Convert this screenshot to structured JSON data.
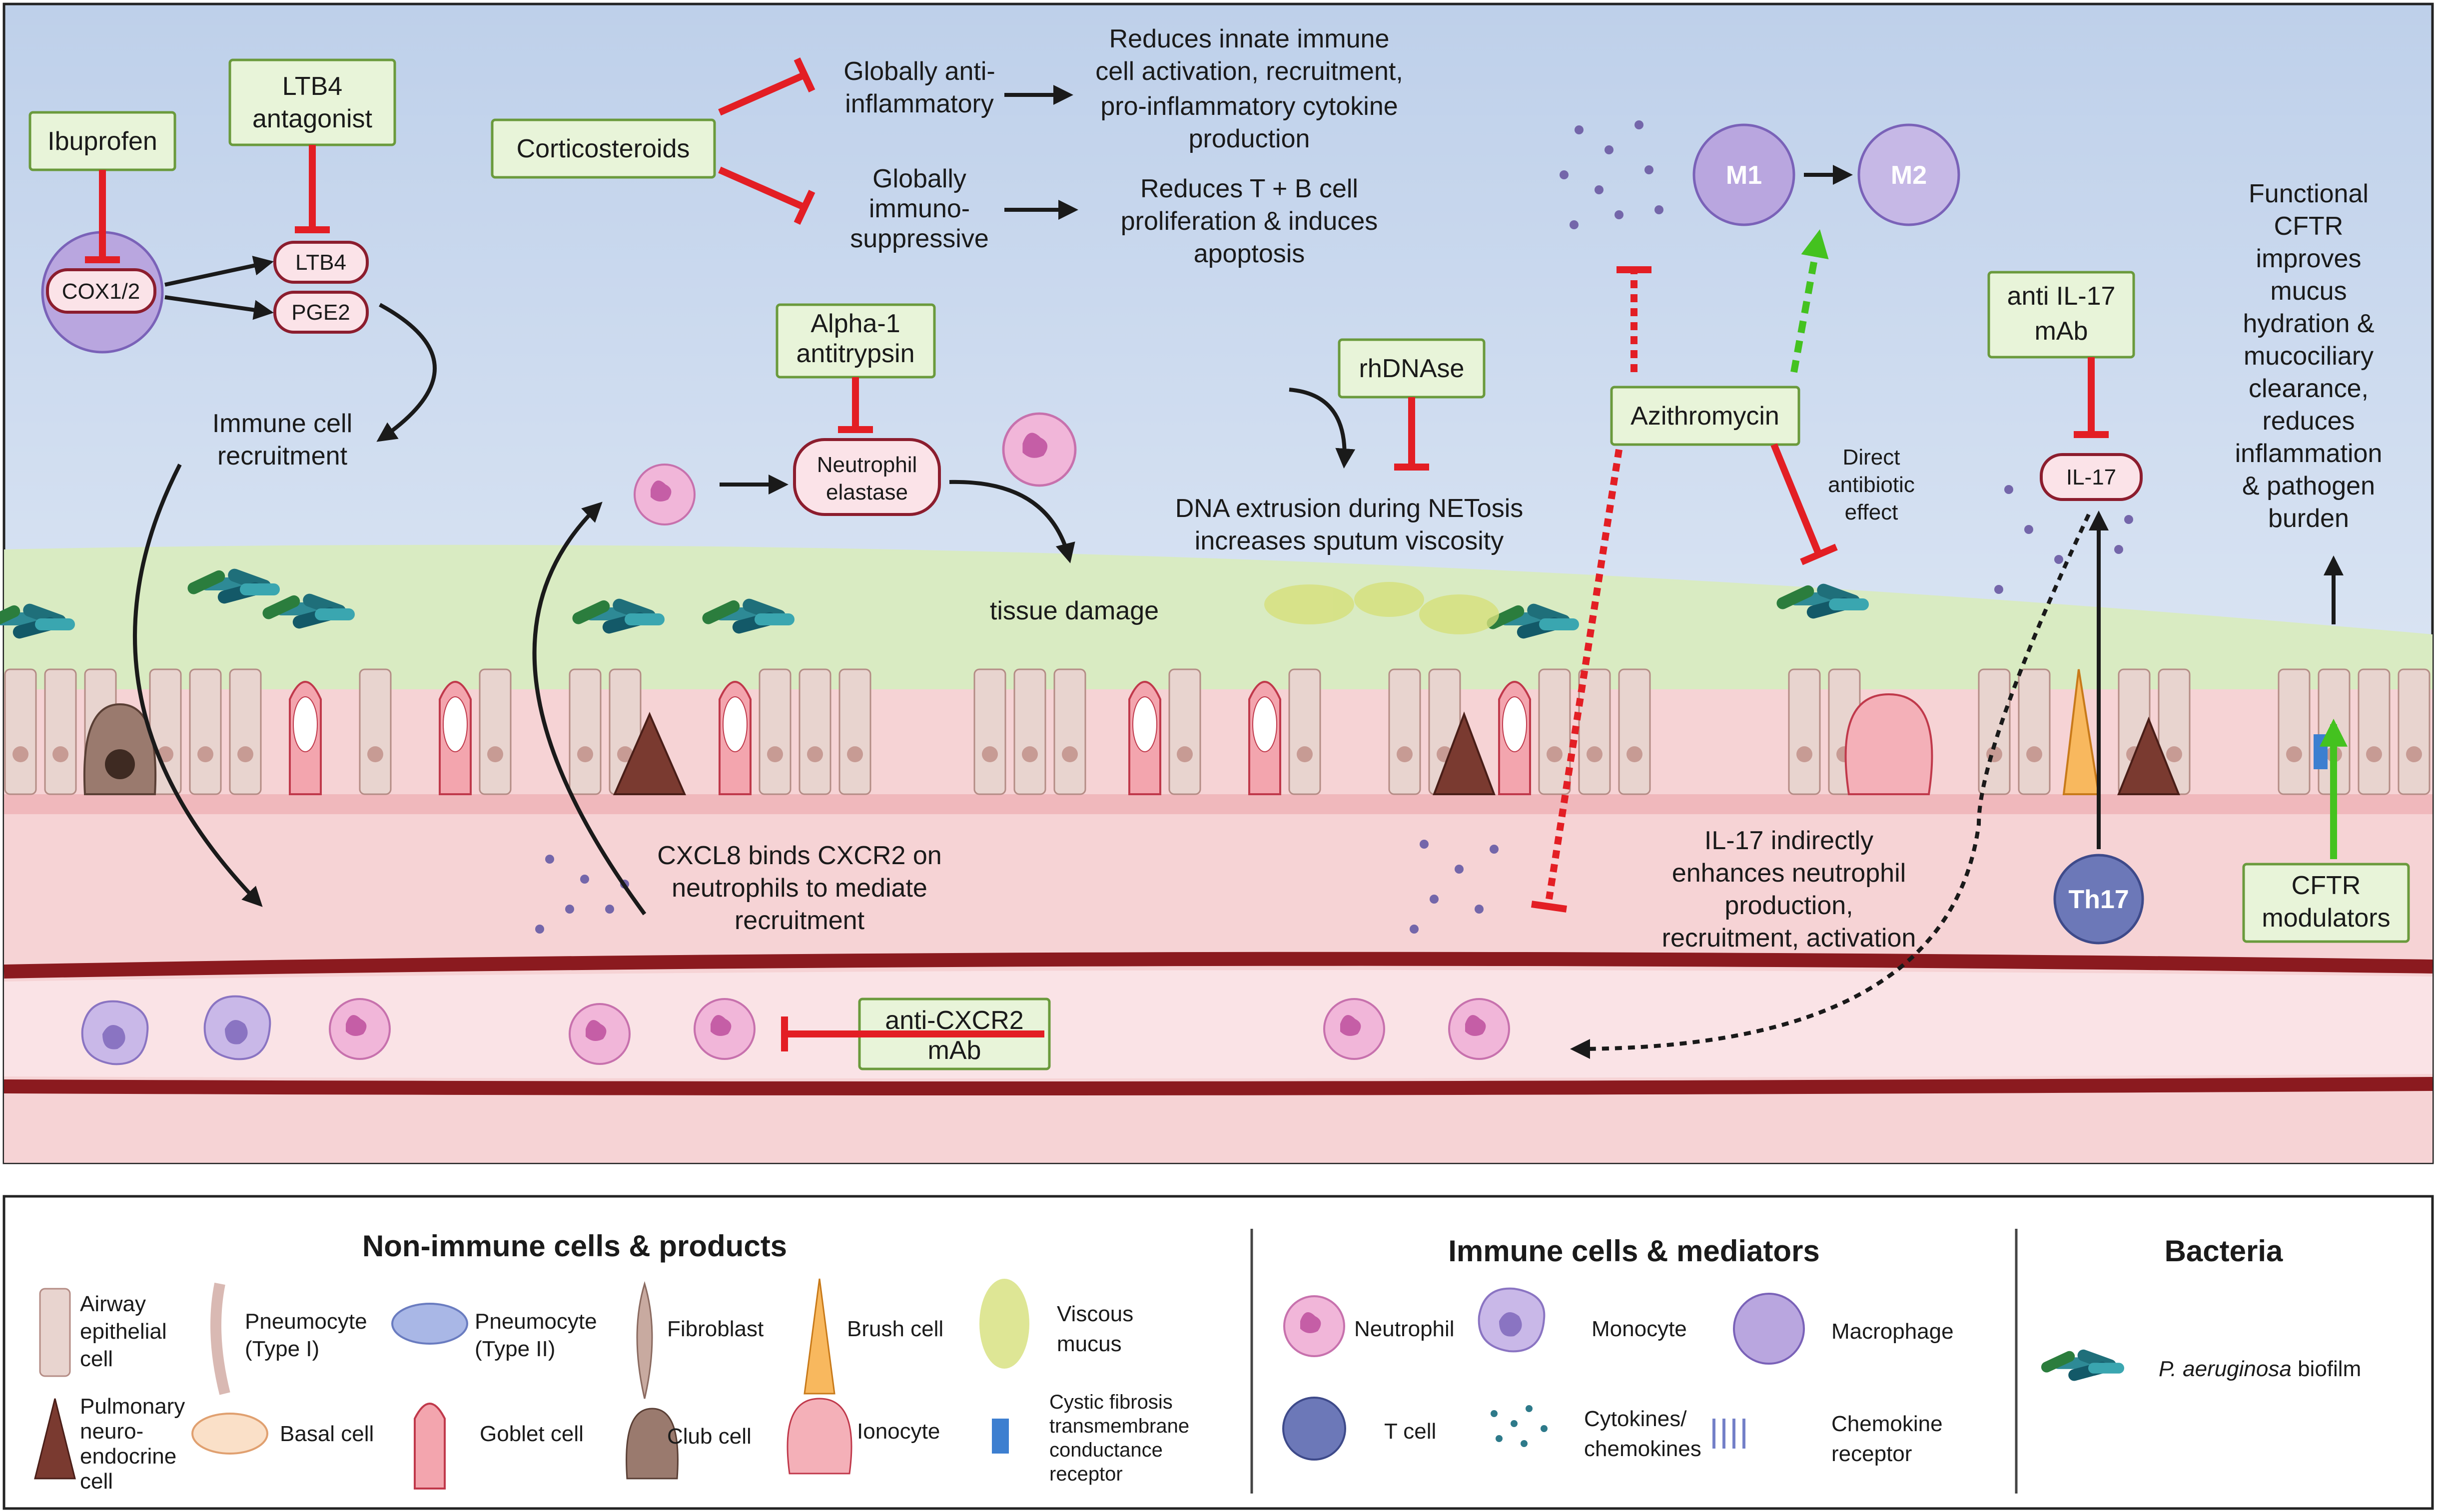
{
  "drugs": {
    "ibuprofen": "Ibuprofen",
    "ltb4_antagonist_1": "LTB4",
    "ltb4_antagonist_2": "antagonist",
    "corticosteroids": "Corticosteroids",
    "alpha1_1": "Alpha-1",
    "alpha1_2": "antitrypsin",
    "rhdnase": "rhDNAse",
    "azithromycin": "Azithromycin",
    "anti_il17_1": "anti IL-17",
    "anti_il17_2": "mAb",
    "anti_cxcr2_1": "anti-CXCR2",
    "anti_cxcr2_2": "mAb",
    "cftr_mod_1": "CFTR",
    "cftr_mod_2": "modulators"
  },
  "mediators": {
    "cox": "COX1/2",
    "ltb4": "LTB4",
    "pge2": "PGE2",
    "ne_1": "Neutrophil",
    "ne_2": "elastase",
    "il17": "IL-17",
    "m1": "M1",
    "m2": "M2",
    "th17": "Th17"
  },
  "effects": {
    "global_anti_1": "Globally anti-",
    "global_anti_2": "inflammatory",
    "global_immuno_1": "Globally",
    "global_immuno_2": "immuno-",
    "global_immuno_3": "suppressive",
    "innate_1": "Reduces innate immune",
    "innate_2": "cell activation, recruitment,",
    "innate_3": "pro-inflammatory cytokine",
    "innate_4": "production",
    "tb_1": "Reduces T + B cell",
    "tb_2": "proliferation & induces",
    "tb_3": "apoptosis",
    "immune_rec_1": "Immune cell",
    "immune_rec_2": "recruitment",
    "netosis_1": "DNA extrusion during NETosis",
    "netosis_2": "increases sputum viscosity",
    "tissue": "tissue damage",
    "direct_1": "Direct",
    "direct_2": "antibiotic",
    "direct_3": "effect",
    "cftr_1": "Functional",
    "cftr_2": "CFTR",
    "cftr_3": "improves",
    "cftr_4": "mucus",
    "cftr_5": "hydration &",
    "cftr_6": "mucociliary",
    "cftr_7": "clearance,",
    "cftr_8": "reduces",
    "cftr_9": "inflammation",
    "cftr_10": "& pathogen",
    "cftr_11": "burden",
    "cxcl8_1": "CXCL8 binds CXCR2 on",
    "cxcl8_2": "neutrophils to mediate",
    "cxcl8_3": "recruitment",
    "il17ind_1": "IL-17 indirectly",
    "il17ind_2": "enhances neutrophil",
    "il17ind_3": "production,",
    "il17ind_4": "recruitment, activation"
  },
  "legend": {
    "non_immune_head": "Non-immune cells & products",
    "immune_head": "Immune cells & mediators",
    "bacteria_head": "Bacteria",
    "airway_1": "Airway",
    "airway_2": "epithelial",
    "airway_3": "cell",
    "pneumo1_1": "Pneumocyte",
    "pneumo1_2": "(Type I)",
    "pneumo2_1": "Pneumocyte",
    "pneumo2_2": "(Type II)",
    "fibroblast": "Fibroblast",
    "brush": "Brush cell",
    "viscous_1": "Viscous",
    "viscous_2": "mucus",
    "pne_1": "Pulmonary",
    "pne_2": "neuro-",
    "pne_3": "endocrine",
    "pne_4": "cell",
    "basal": "Basal cell",
    "goblet": "Goblet cell",
    "club": "Club cell",
    "ionocyte": "Ionocyte",
    "cftr_1": "Cystic fibrosis",
    "cftr_2": "transmembrane",
    "cftr_3": "conductance",
    "cftr_4": "receptor",
    "neutrophil": "Neutrophil",
    "monocyte": "Monocyte",
    "macrophage": "Macrophage",
    "tcell": "T cell",
    "cyto_1": "Cytokines/",
    "cyto_2": "chemokines",
    "chemo_1": "Chemokine",
    "chemo_2": "receptor",
    "biofilm_italic": "P. aeruginosa",
    "biofilm_rest": " biofilm"
  },
  "colors": {
    "sky": "#c9d9ef",
    "mucus_layer": "#d9ebc2",
    "tissue": "#f6d3d5",
    "vessel": "#8b1a1f",
    "inhibit": "#e31e24",
    "activate_green": "#44c21f",
    "drug_box": "#e8f4d9",
    "neutrophil": "#e89ccd",
    "monocyte": "#b9a6df",
    "tcell": "#6c78b8"
  }
}
